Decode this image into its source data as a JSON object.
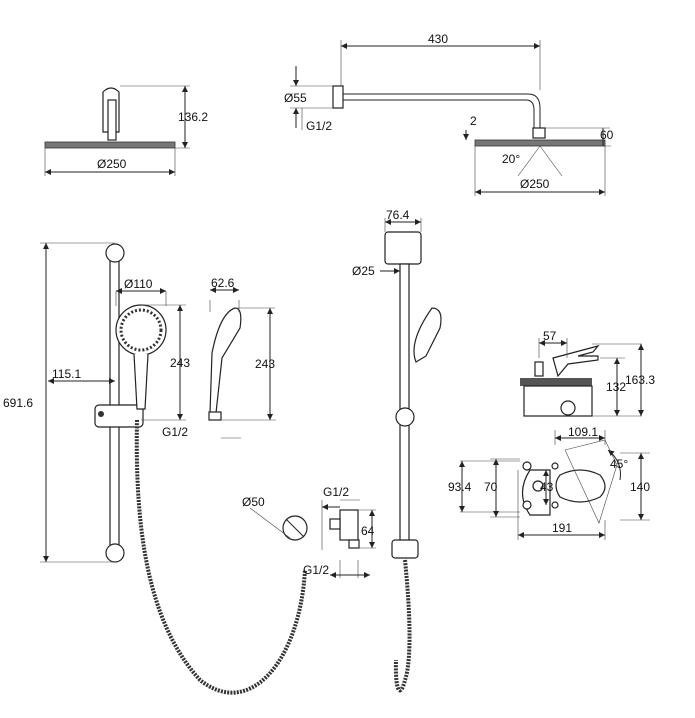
{
  "title": "Shower system dimension drawing",
  "head_front": {
    "height": "136.2",
    "diameter": "Ø250"
  },
  "head_side": {
    "arm_length": "430",
    "flange": "Ø55",
    "thread": "G1/2",
    "thickness": "2",
    "drop": "60",
    "angle": "20°",
    "diameter": "Ø250"
  },
  "rail_side": {
    "bracket_width": "76.4",
    "bar_diameter": "Ø25"
  },
  "hand_shower": {
    "face_diameter": "Ø110",
    "depth": "62.6",
    "length_front": "243",
    "length_side": "243",
    "thread": "G1/2"
  },
  "rail_front": {
    "holder_offset": "115.1",
    "total_height": "691.6"
  },
  "outlet": {
    "diameter": "Ø50",
    "thread_top": "G1/2",
    "height": "64",
    "thread_bottom": "G1/2"
  },
  "mixer_side": {
    "handle_offset": "57",
    "height_body": "132",
    "height_total": "163.3"
  },
  "mixer_top": {
    "handle_reach": "109.1",
    "angle": "45°",
    "outer_spacing": "93.4",
    "inner_spacing": "70",
    "center": "43",
    "plate_height": "140",
    "width": "191"
  }
}
